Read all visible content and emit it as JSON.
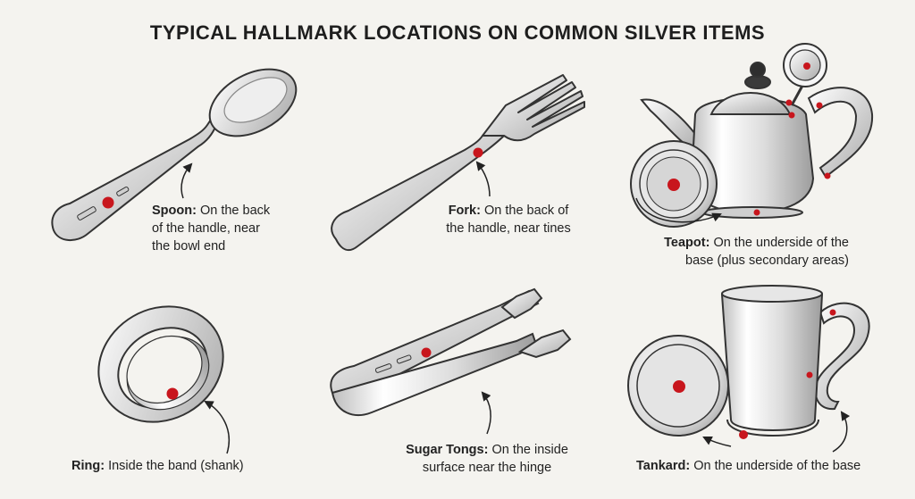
{
  "title": "TYPICAL HALLMARK LOCATIONS ON COMMON SILVER ITEMS",
  "accent_color": "#c8161d",
  "items": [
    {
      "id": "spoon",
      "name": "Spoon:",
      "lines": [
        "On the back",
        "of the handle, near",
        "the bowl end"
      ]
    },
    {
      "id": "fork",
      "name": "Fork:",
      "lines": [
        "On the back of",
        "the handle, near tines"
      ]
    },
    {
      "id": "teapot",
      "name": "Teapot:",
      "lines": [
        "On the underside of the",
        "base (plus secondary areas)"
      ]
    },
    {
      "id": "ring",
      "name": "Ring:",
      "lines": [
        "Inside the band (shank)"
      ]
    },
    {
      "id": "tongs",
      "name": "Sugar Tongs:",
      "lines": [
        "On the inside",
        "surface near the hinge"
      ]
    },
    {
      "id": "tankard",
      "name": "Tankard:",
      "lines": [
        "On the underside of the base"
      ]
    }
  ]
}
